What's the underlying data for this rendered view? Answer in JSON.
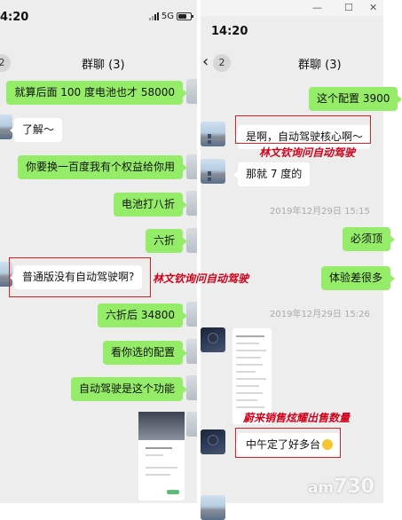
{
  "left": {
    "status_time": "4:20",
    "network": "5G",
    "badge": "2",
    "title": "群聊 (3)",
    "messages": [
      "就算后面 100 度电池也才 58000",
      "了解～",
      "你要换一百度我有个权益给你用",
      "电池打八折",
      "六折",
      "普通版没有自动驾驶啊?",
      "六折后 34800",
      "看你选的配置",
      "自动驾驶是这个功能"
    ],
    "annotation": "林文钦询问自动驾驶"
  },
  "right": {
    "status_time": "14:20",
    "badge": "2",
    "title": "群聊 (3)",
    "messages": [
      "这个配置 3900",
      "是啊，自动驾驶核心啊～",
      "那就 7 度的",
      "必须顶",
      "体验差很多",
      "中午定了好多台"
    ],
    "timestamps": [
      "2019年12月29日 15:15",
      "2019年12月29日 15:26"
    ],
    "annotation_top": "林文钦询问自动驾驶",
    "annotation_bottom": "蔚来销售炫耀出售数量"
  },
  "watermark": {
    "prefix": "am",
    "number": "730"
  },
  "colors": {
    "green_bubble": "#95ec69",
    "annotation_red": "#d0021b",
    "chat_bg": "#ededed"
  }
}
